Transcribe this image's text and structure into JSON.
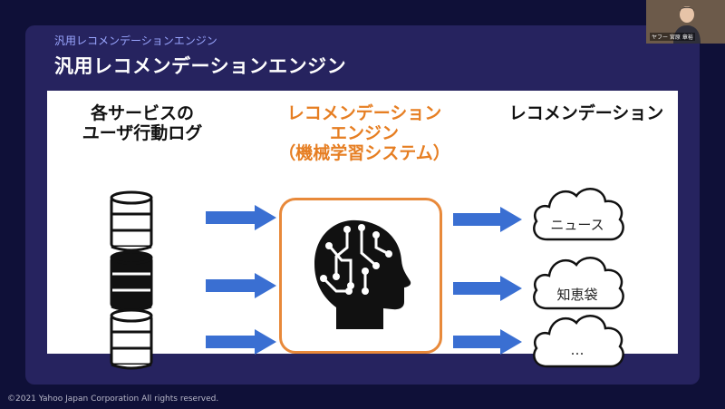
{
  "slide": {
    "breadcrumb": "汎用レコメンデーションエンジン",
    "title": "汎用レコメンデーションエンジン"
  },
  "columns": {
    "left_title": [
      "各サービスの",
      "ユーザ行動ログ"
    ],
    "middle_title": [
      "レコメンデーション",
      "エンジン",
      "（機械学習システム）"
    ],
    "right_title": "レコメンデーション"
  },
  "clouds": [
    "ニュース",
    "知恵袋",
    "…"
  ],
  "footer": "©2021 Yahoo Japan Corporation All rights reserved.",
  "webcam_name": "ヤフー 宮原 章裕",
  "colors": {
    "slide_bg": "#26235f",
    "accent_orange": "#e8893a",
    "arrow_blue": "#3a6fd2",
    "breadcrumb": "#9aa6ff"
  },
  "icons": [
    "database-icon",
    "arrow-right-icon",
    "ai-head-icon",
    "cloud-icon"
  ]
}
